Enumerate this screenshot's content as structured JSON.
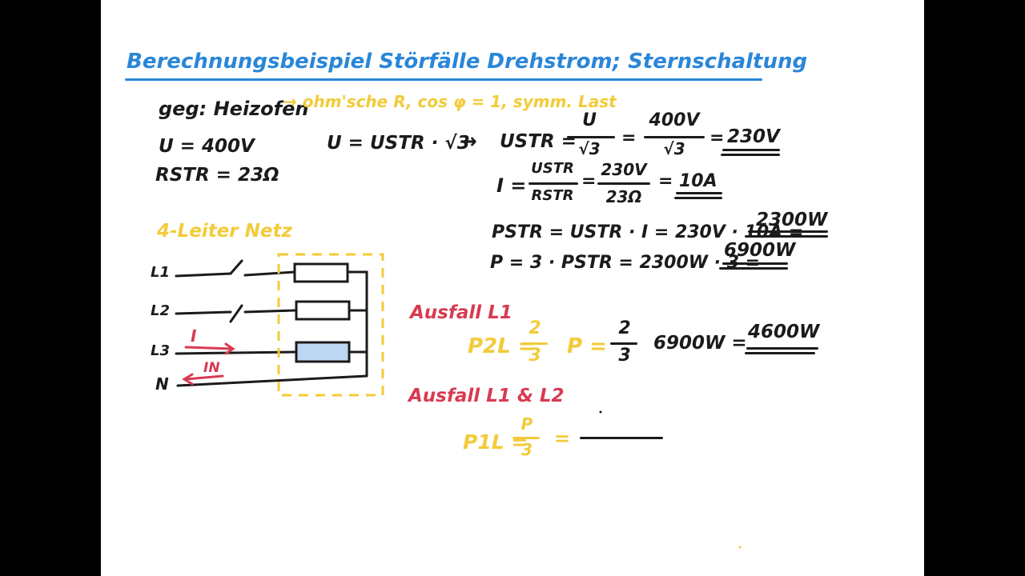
{
  "title": "Berechnungsbeispiel Störfälle Drehstrom; Sternschaltung",
  "given": {
    "label": "geg: Heizofen",
    "note": "→ ohm'sche R, cos φ = 1, symm. Last",
    "u": "U = 400V",
    "r": "RSTR = 23Ω"
  },
  "calc": {
    "line1_left": "U = USTR · √3",
    "line1_arrow": "→",
    "line1_ustr": "USTR =",
    "line1_num1": "U",
    "line1_den1": "√3",
    "line1_eq1": "=",
    "line1_num2": "400V",
    "line1_den2": "√3",
    "line1_eq2": "=",
    "line1_result": "230V",
    "line2_i": "I =",
    "line2_num1": "USTR",
    "line2_den1": "RSTR",
    "line2_eq1": "=",
    "line2_num2": "230V",
    "line2_den2": "23Ω",
    "line2_eq2": "=",
    "line2_result": "10A",
    "line3": "PSTR = USTR · I = 230V · 10A =",
    "line3_result": "2300W",
    "line4": "P = 3 · PSTR = 2300W · 3 =",
    "line4_result": "6900W"
  },
  "network": {
    "label": "4-Leiter Netz",
    "l1": "L1",
    "l2": "L2",
    "l3": "L3",
    "n": "N",
    "i": "I",
    "in": "IN"
  },
  "case1": {
    "label": "Ausfall L1",
    "p2l": "P2L =",
    "num1": "2",
    "den1": "3",
    "p": "P =",
    "num2": "2",
    "den2": "3",
    "value": "6900W =",
    "result": "4600W"
  },
  "case2": {
    "label": "Ausfall L1 & L2",
    "p1l": "P1L =",
    "num": "P",
    "den": "3",
    "eq": "="
  },
  "colors": {
    "title": "#2a86d8",
    "yellow": "#f2cb3a",
    "red": "#d83a52",
    "ink": "#1b1b1b",
    "resistor_fill": "#bcd8f2"
  }
}
